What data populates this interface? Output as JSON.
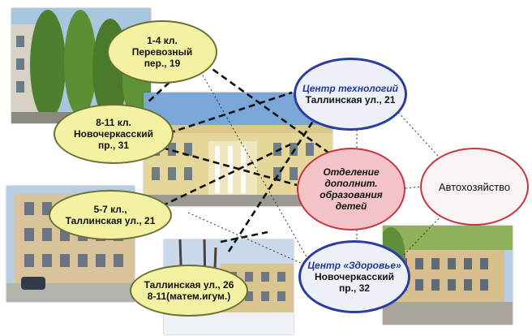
{
  "nodes": {
    "school_1_4": {
      "line1": "1-4 кл.",
      "line2": "Перевозный",
      "line3": "пер., 19"
    },
    "school_8_11": {
      "line1": "8-11 кл.",
      "line2": "Новочеркасский",
      "line3": "пр., 31"
    },
    "school_5_7": {
      "line1": "5-7 кл.,",
      "line2": "Таллинская ул., 21"
    },
    "school_tallinn26": {
      "line1": "Таллинская ул., 26",
      "line2": "8-11(матем.игум.)"
    },
    "tech_center": {
      "title": "Центр технологий",
      "address": "Таллинская ул., 21"
    },
    "health_center": {
      "title": "Центр «Здоровье»",
      "address1": "Новочеркасский",
      "address2": "пр., 32"
    },
    "extra_education": {
      "line1": "Отделение",
      "line2": "дополнит.",
      "line3": "образования",
      "line4": "детей"
    },
    "auto_service": {
      "label": "Автохозяйство"
    }
  },
  "colors": {
    "yellow_fill": "#f3f1a2",
    "blue_border": "#2b3ca0",
    "red_border": "#c6353f",
    "pink_fill": "#f4c3c8"
  }
}
